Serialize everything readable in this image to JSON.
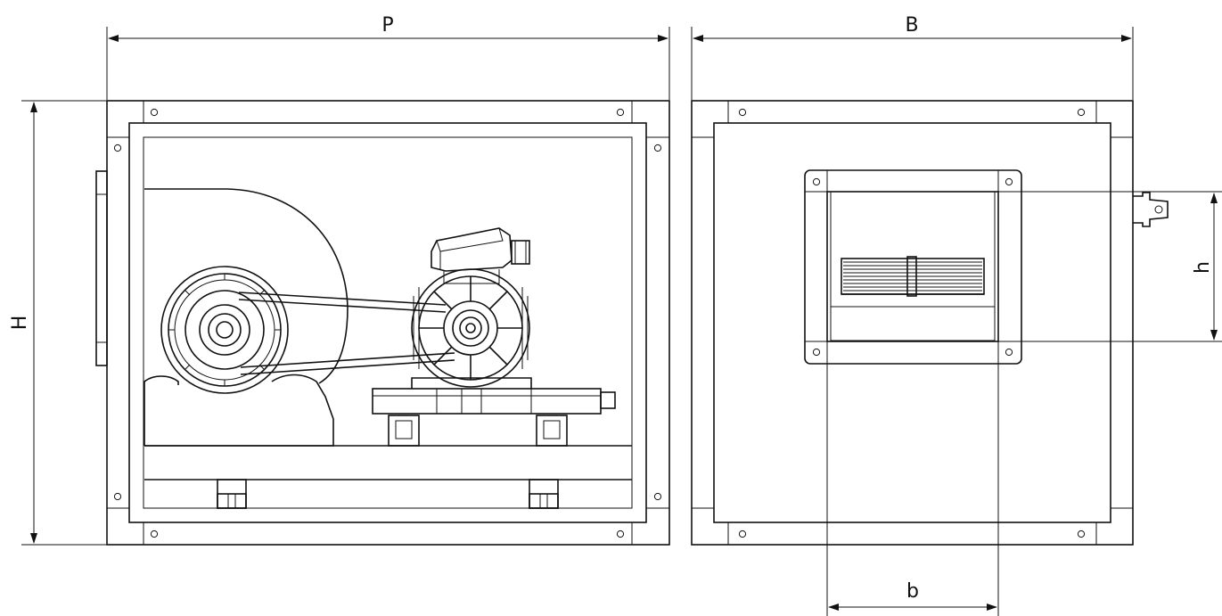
{
  "diagram": {
    "dimensions": {
      "depth": "P",
      "width": "B",
      "height": "H",
      "outlet_height": "h",
      "outlet_width": "b"
    },
    "colors": {
      "line": "#111111",
      "background": "#ffffff"
    }
  }
}
